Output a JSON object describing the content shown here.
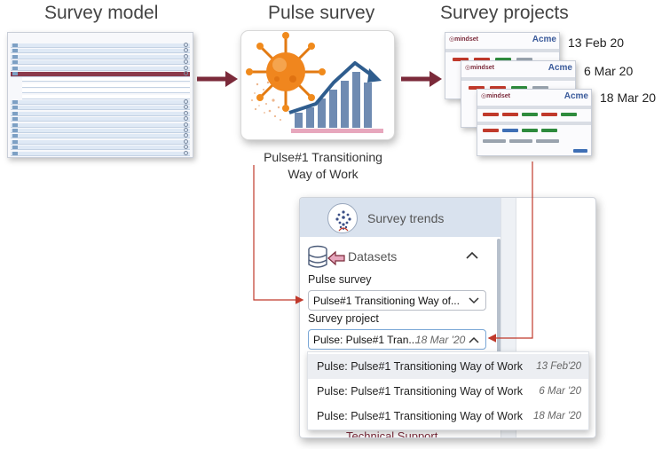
{
  "headings": {
    "survey_model": "Survey model",
    "pulse_survey": "Pulse survey",
    "survey_projects": "Survey projects"
  },
  "pulse_card": {
    "caption": "Pulse#1 Transitioning Way of Work"
  },
  "projects": [
    {
      "date": "13 Feb 20"
    },
    {
      "date": "6 Mar 20"
    },
    {
      "date": "18 Mar 20"
    }
  ],
  "trends": {
    "title": "Survey trends",
    "datasets_label": "Datasets",
    "pulse_survey_label": "Pulse survey",
    "pulse_survey_value": "Pulse#1 Transitioning Way of...",
    "survey_project_label": "Survey project",
    "survey_project_value": "Pulse: Pulse#1 Tran...",
    "survey_project_date": "18 Mar '20",
    "options": [
      {
        "label": "Pulse: Pulse#1 Transitioning Way of Work",
        "date": "13 Feb'20"
      },
      {
        "label": "Pulse: Pulse#1 Transitioning Way of Work",
        "date": "6 Mar '20"
      },
      {
        "label": "Pulse: Pulse#1 Transitioning Way of Work",
        "date": "18 Mar '20"
      }
    ],
    "obscured_item": "Technical Support"
  },
  "colors": {
    "arrow": "#7b2a3a",
    "connector": "#c0392b",
    "panel_header": "#d9e2ee",
    "virus": "#f0861e",
    "bars": "#6f8bb2"
  }
}
